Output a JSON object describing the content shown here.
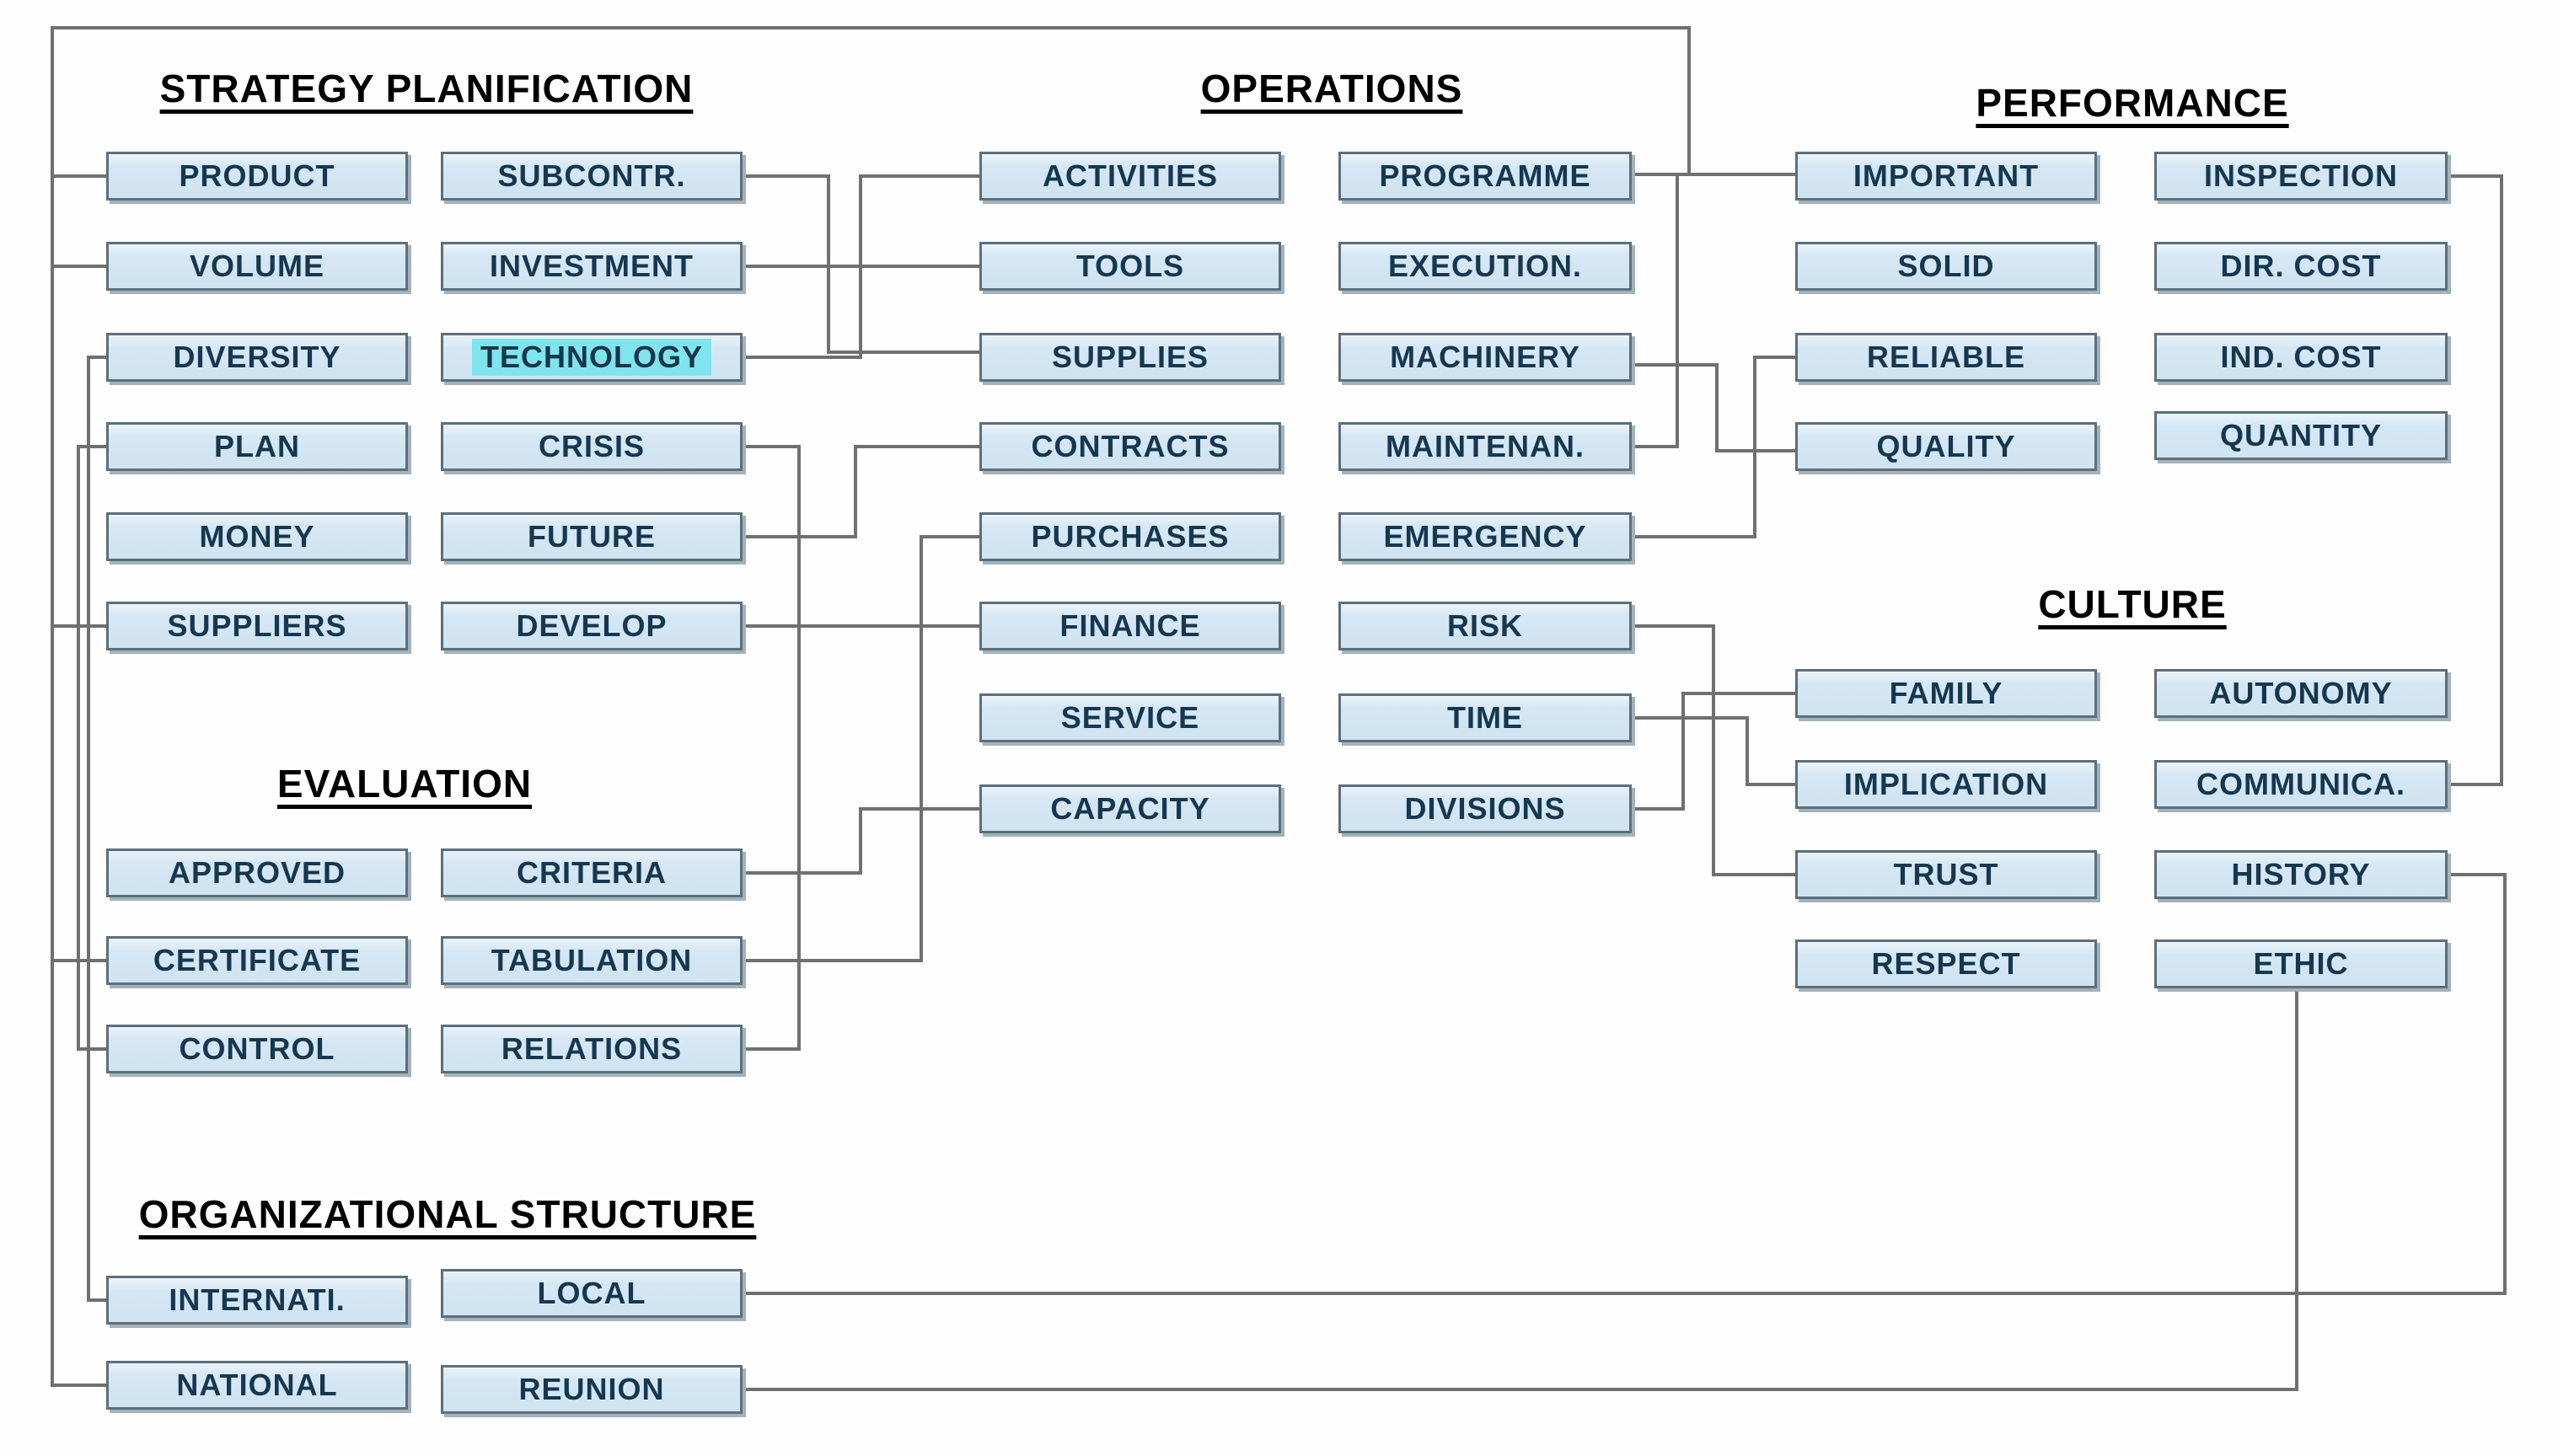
{
  "app": {
    "type": "concept-map",
    "background": "#ffffff"
  },
  "colors": {
    "box_fill": "#cfe3f1",
    "box_border": "#5c6f7b",
    "box_shadow": "#a3b2bb",
    "box_text": "#15374f",
    "title_text": "#000000",
    "connector": "#707070",
    "selection_highlight": "#7fe4ec"
  },
  "selected_box": "TECHNOLOGY",
  "groups": {
    "strategy": {
      "title": "STRATEGY PLANIFICATION",
      "boxes": {
        "product": "PRODUCT",
        "subcontr": "SUBCONTR.",
        "volume": "VOLUME",
        "investment": "INVESTMENT",
        "diversity": "DIVERSITY",
        "technology": "TECHNOLOGY",
        "plan": "PLAN",
        "crisis": "CRISIS",
        "money": "MONEY",
        "future": "FUTURE",
        "suppliers": "SUPPLIERS",
        "develop": "DEVELOP"
      }
    },
    "operations": {
      "title": "OPERATIONS",
      "boxes": {
        "activities": "ACTIVITIES",
        "programme": "PROGRAMME",
        "tools": "TOOLS",
        "execution": "EXECUTION.",
        "supplies": "SUPPLIES",
        "machinery": "MACHINERY",
        "contracts": "CONTRACTS",
        "maintenan": "MAINTENAN.",
        "purchases": "PURCHASES",
        "emergency": "EMERGENCY",
        "finance": "FINANCE",
        "risk": "RISK",
        "service": "SERVICE",
        "time": "TIME",
        "capacity": "CAPACITY",
        "divisions": "DIVISIONS"
      }
    },
    "performance": {
      "title": "PERFORMANCE",
      "boxes": {
        "important": "IMPORTANT",
        "inspection": "INSPECTION",
        "solid": "SOLID",
        "dir_cost": "DIR. COST",
        "reliable": "RELIABLE",
        "ind_cost": "IND. COST",
        "quality": "QUALITY",
        "quantity": "QUANTITY"
      }
    },
    "evaluation": {
      "title": "EVALUATION",
      "boxes": {
        "approved": "APPROVED",
        "criteria": "CRITERIA",
        "certificate": "CERTIFICATE",
        "tabulation": "TABULATION",
        "control": "CONTROL",
        "relations": "RELATIONS"
      }
    },
    "culture": {
      "title": "CULTURE",
      "boxes": {
        "family": "FAMILY",
        "autonomy": "AUTONOMY",
        "implication": "IMPLICATION",
        "communica": "COMMUNICA.",
        "trust": "TRUST",
        "history": "HISTORY",
        "respect": "RESPECT",
        "ethic": "ETHIC"
      }
    },
    "org_structure": {
      "title": "ORGANIZATIONAL STRUCTURE",
      "boxes": {
        "internati": "INTERNATI.",
        "local": "LOCAL",
        "national": "NATIONAL",
        "reunion": "REUNION"
      }
    }
  },
  "connections": [
    {
      "from": "NATIONAL",
      "to": "PROGRAMME-IMPORTANT junction",
      "via": "left rail and top border",
      "taps": [
        "PRODUCT",
        "VOLUME",
        "SUPPLIERS",
        "CERTIFICATE"
      ]
    },
    {
      "from": "PLAN",
      "to": "CONTROL"
    },
    {
      "from": "DIVERSITY",
      "to": "INTERNATI."
    },
    {
      "from": "SUBCONTR.",
      "to": "SUPPLIES"
    },
    {
      "from": "TECHNOLOGY",
      "to": "ACTIVITIES"
    },
    {
      "from": "INVESTMENT",
      "to": "TOOLS"
    },
    {
      "from": "CRISIS",
      "to": "RELATIONS"
    },
    {
      "from": "FUTURE",
      "to": "CONTRACTS"
    },
    {
      "from": "DEVELOP",
      "to": "FINANCE"
    },
    {
      "from": "CRITERIA",
      "to": "CAPACITY"
    },
    {
      "from": "TABULATION",
      "to": "PURCHASES"
    },
    {
      "from": "PROGRAMME",
      "to": "IMPORTANT"
    },
    {
      "from": "MAINTENAN.",
      "to": "PROGRAMME-IMPORTANT junction"
    },
    {
      "from": "MACHINERY",
      "to": "QUALITY"
    },
    {
      "from": "EMERGENCY",
      "to": "RELIABLE"
    },
    {
      "from": "RISK",
      "to": "TRUST"
    },
    {
      "from": "TIME",
      "to": "IMPLICATION"
    },
    {
      "from": "DIVISIONS",
      "to": "FAMILY"
    },
    {
      "from": "INSPECTION",
      "to": "COMMUNICA."
    },
    {
      "from": "HISTORY",
      "to": "LOCAL"
    },
    {
      "from": "REUNION",
      "to": "ETHIC"
    }
  ]
}
